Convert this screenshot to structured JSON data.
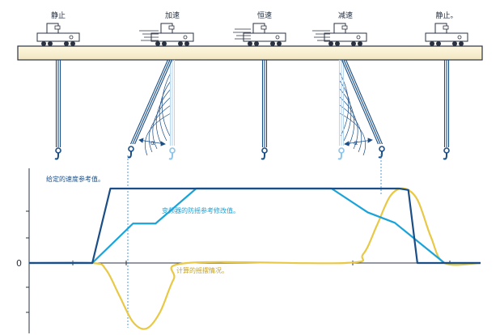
{
  "states": [
    {
      "label": "静止"
    },
    {
      "label": "加速"
    },
    {
      "label": "恒速"
    },
    {
      "label": "减速"
    },
    {
      "label": "静止。"
    }
  ],
  "angle_labels": [
    "α",
    "α"
  ],
  "chart": {
    "zero_label": "0",
    "speed_ref_label": "给定的速度参考值。",
    "sway_ref_label": "变频器的防摇参考修改值。",
    "sway_calc_label": "计算的摇摆情况。",
    "colors": {
      "speed": "#1b4e86",
      "antisway": "#1aa3d9",
      "sway": "#e8c844",
      "axis": "#2a3140",
      "dashed": "#3a93d1"
    }
  },
  "chart_data": {
    "type": "line",
    "xlim": [
      0,
      100
    ],
    "ylim": [
      -1,
      1
    ],
    "series": [
      {
        "name": "给定的速度参考值。",
        "x": [
          0,
          14,
          18,
          82,
          84,
          86,
          100
        ],
        "y": [
          0,
          0,
          1,
          1,
          0.98,
          0,
          0
        ]
      },
      {
        "name": "变频器的防摇参考修改值。",
        "x": [
          0,
          14,
          23,
          28,
          37,
          67,
          75,
          81,
          92,
          100
        ],
        "y": [
          0,
          0,
          0.53,
          0.53,
          1,
          1,
          0.68,
          0.54,
          0,
          0
        ]
      },
      {
        "name": "计算的摇摆情况。",
        "x": [
          0,
          14,
          17,
          20,
          23,
          26,
          29,
          32,
          35,
          70,
          74,
          77,
          80,
          83,
          86,
          89,
          92,
          100
        ],
        "y": [
          0,
          0,
          -0.1,
          -0.5,
          -0.9,
          -1,
          -0.75,
          -0.25,
          0,
          0,
          0.12,
          0.5,
          0.9,
          1,
          0.85,
          0.35,
          0,
          0
        ]
      }
    ]
  }
}
